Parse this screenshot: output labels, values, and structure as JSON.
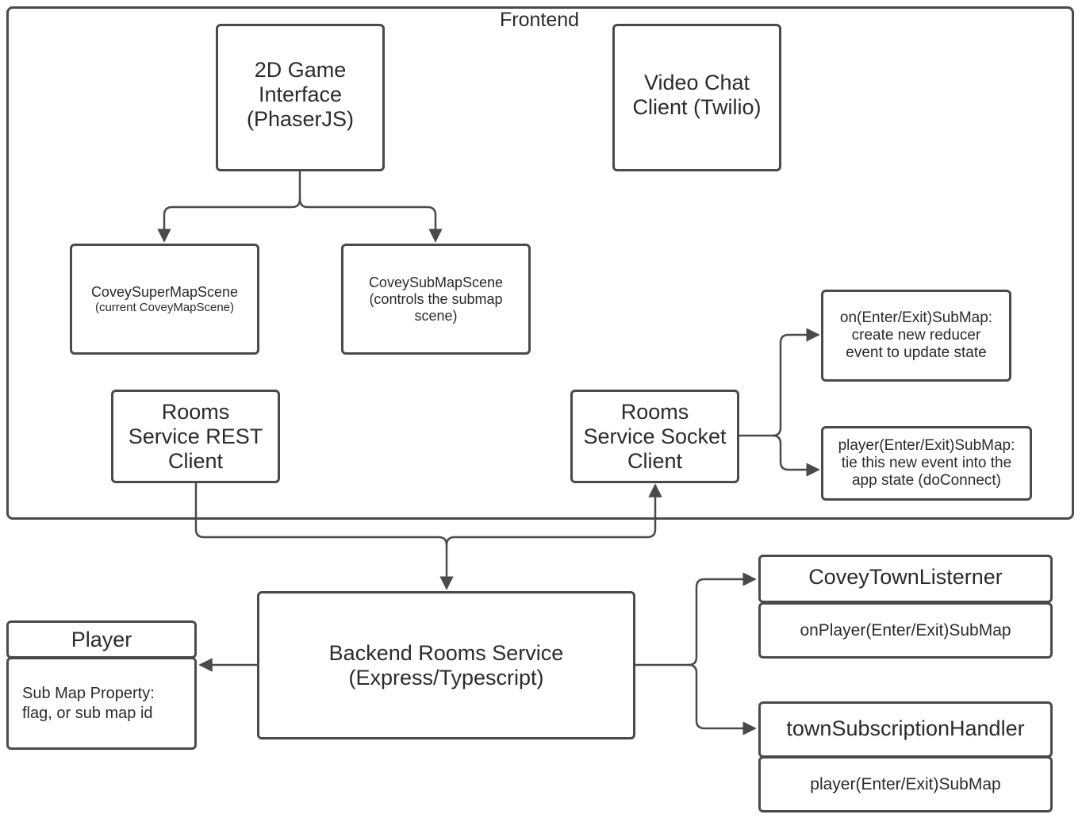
{
  "frontend": {
    "title": "Frontend",
    "game_interface": "2D Game\nInterface\n(PhaserJS)",
    "video_chat": "Video Chat\nClient (Twilio)",
    "super_map_scene": "CoveySuperMapScene",
    "super_map_scene_note": "(current CoveyMapScene)",
    "sub_map_scene": "CoveySubMapScene\n(controls the submap\nscene)",
    "rest_client": "Rooms\nService REST\nClient",
    "socket_client": "Rooms\nService Socket\nClient",
    "on_enter_exit": "on(Enter/Exit)SubMap:\ncreate new reducer\nevent to update state",
    "player_enter_exit": "player(Enter/Exit)SubMap:\ntie this new event into the\napp state (doConnect)"
  },
  "backend": {
    "rooms_service": "Backend Rooms Service\n(Express/Typescript)",
    "player_title": "Player",
    "player_property": "Sub Map Property:\nflag, or sub map id",
    "listener_title": "CoveyTownListerner",
    "listener_method": "onPlayer(Enter/Exit)SubMap",
    "handler_title": "townSubscriptionHandler",
    "handler_method": "player(Enter/Exit)SubMap"
  },
  "colors": {
    "stroke": "#4a4a4a",
    "text": "#2b2b2b",
    "background": "#ffffff"
  }
}
